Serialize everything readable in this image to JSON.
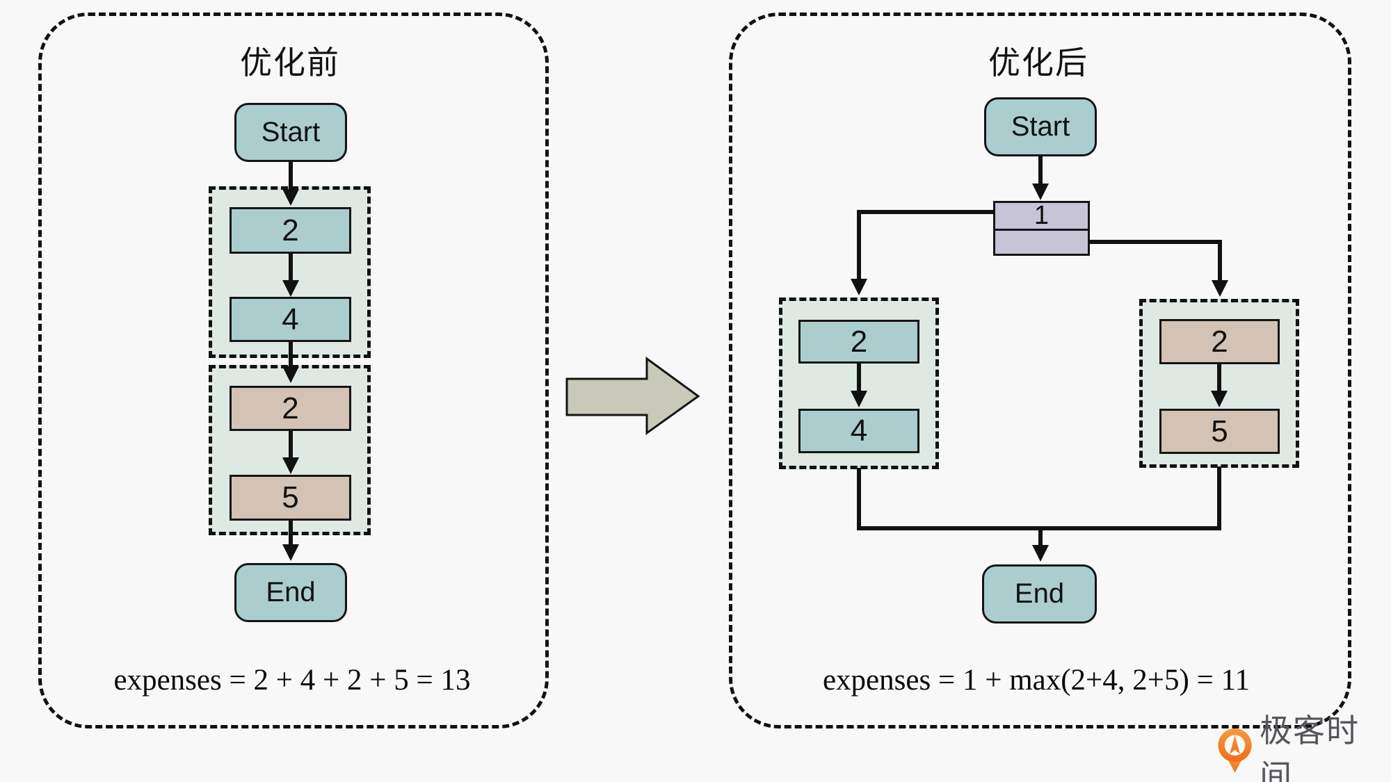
{
  "colors": {
    "page_bg": "#f8f8f8",
    "line": "#111111",
    "node_teal": "#abcdce",
    "box_tan": "#d4c2b4",
    "fork_lavender": "#c7c4d8",
    "group_bg": "#dee9e3",
    "block_arrow": "#c9c9b9",
    "logo_orange": "#ee6d1d",
    "logo_orange_light": "#f89a3a",
    "logo_text": "#54565b"
  },
  "left_panel": {
    "title": "优化前",
    "start": "Start",
    "end": "End",
    "serial_group_1": {
      "boxes": [
        "2",
        "4"
      ]
    },
    "serial_group_2": {
      "boxes": [
        "2",
        "5"
      ]
    },
    "formula": "expenses = 2 + 4 + 2 + 5 = 13"
  },
  "right_panel": {
    "title": "优化后",
    "start": "Start",
    "end": "End",
    "fork_box": "1",
    "branch_left": {
      "boxes": [
        "2",
        "4"
      ]
    },
    "branch_right": {
      "boxes": [
        "2",
        "5"
      ]
    },
    "formula": "expenses = 1 + max(2+4, 2+5) = 11"
  },
  "footer": {
    "brand": "极客时间"
  }
}
